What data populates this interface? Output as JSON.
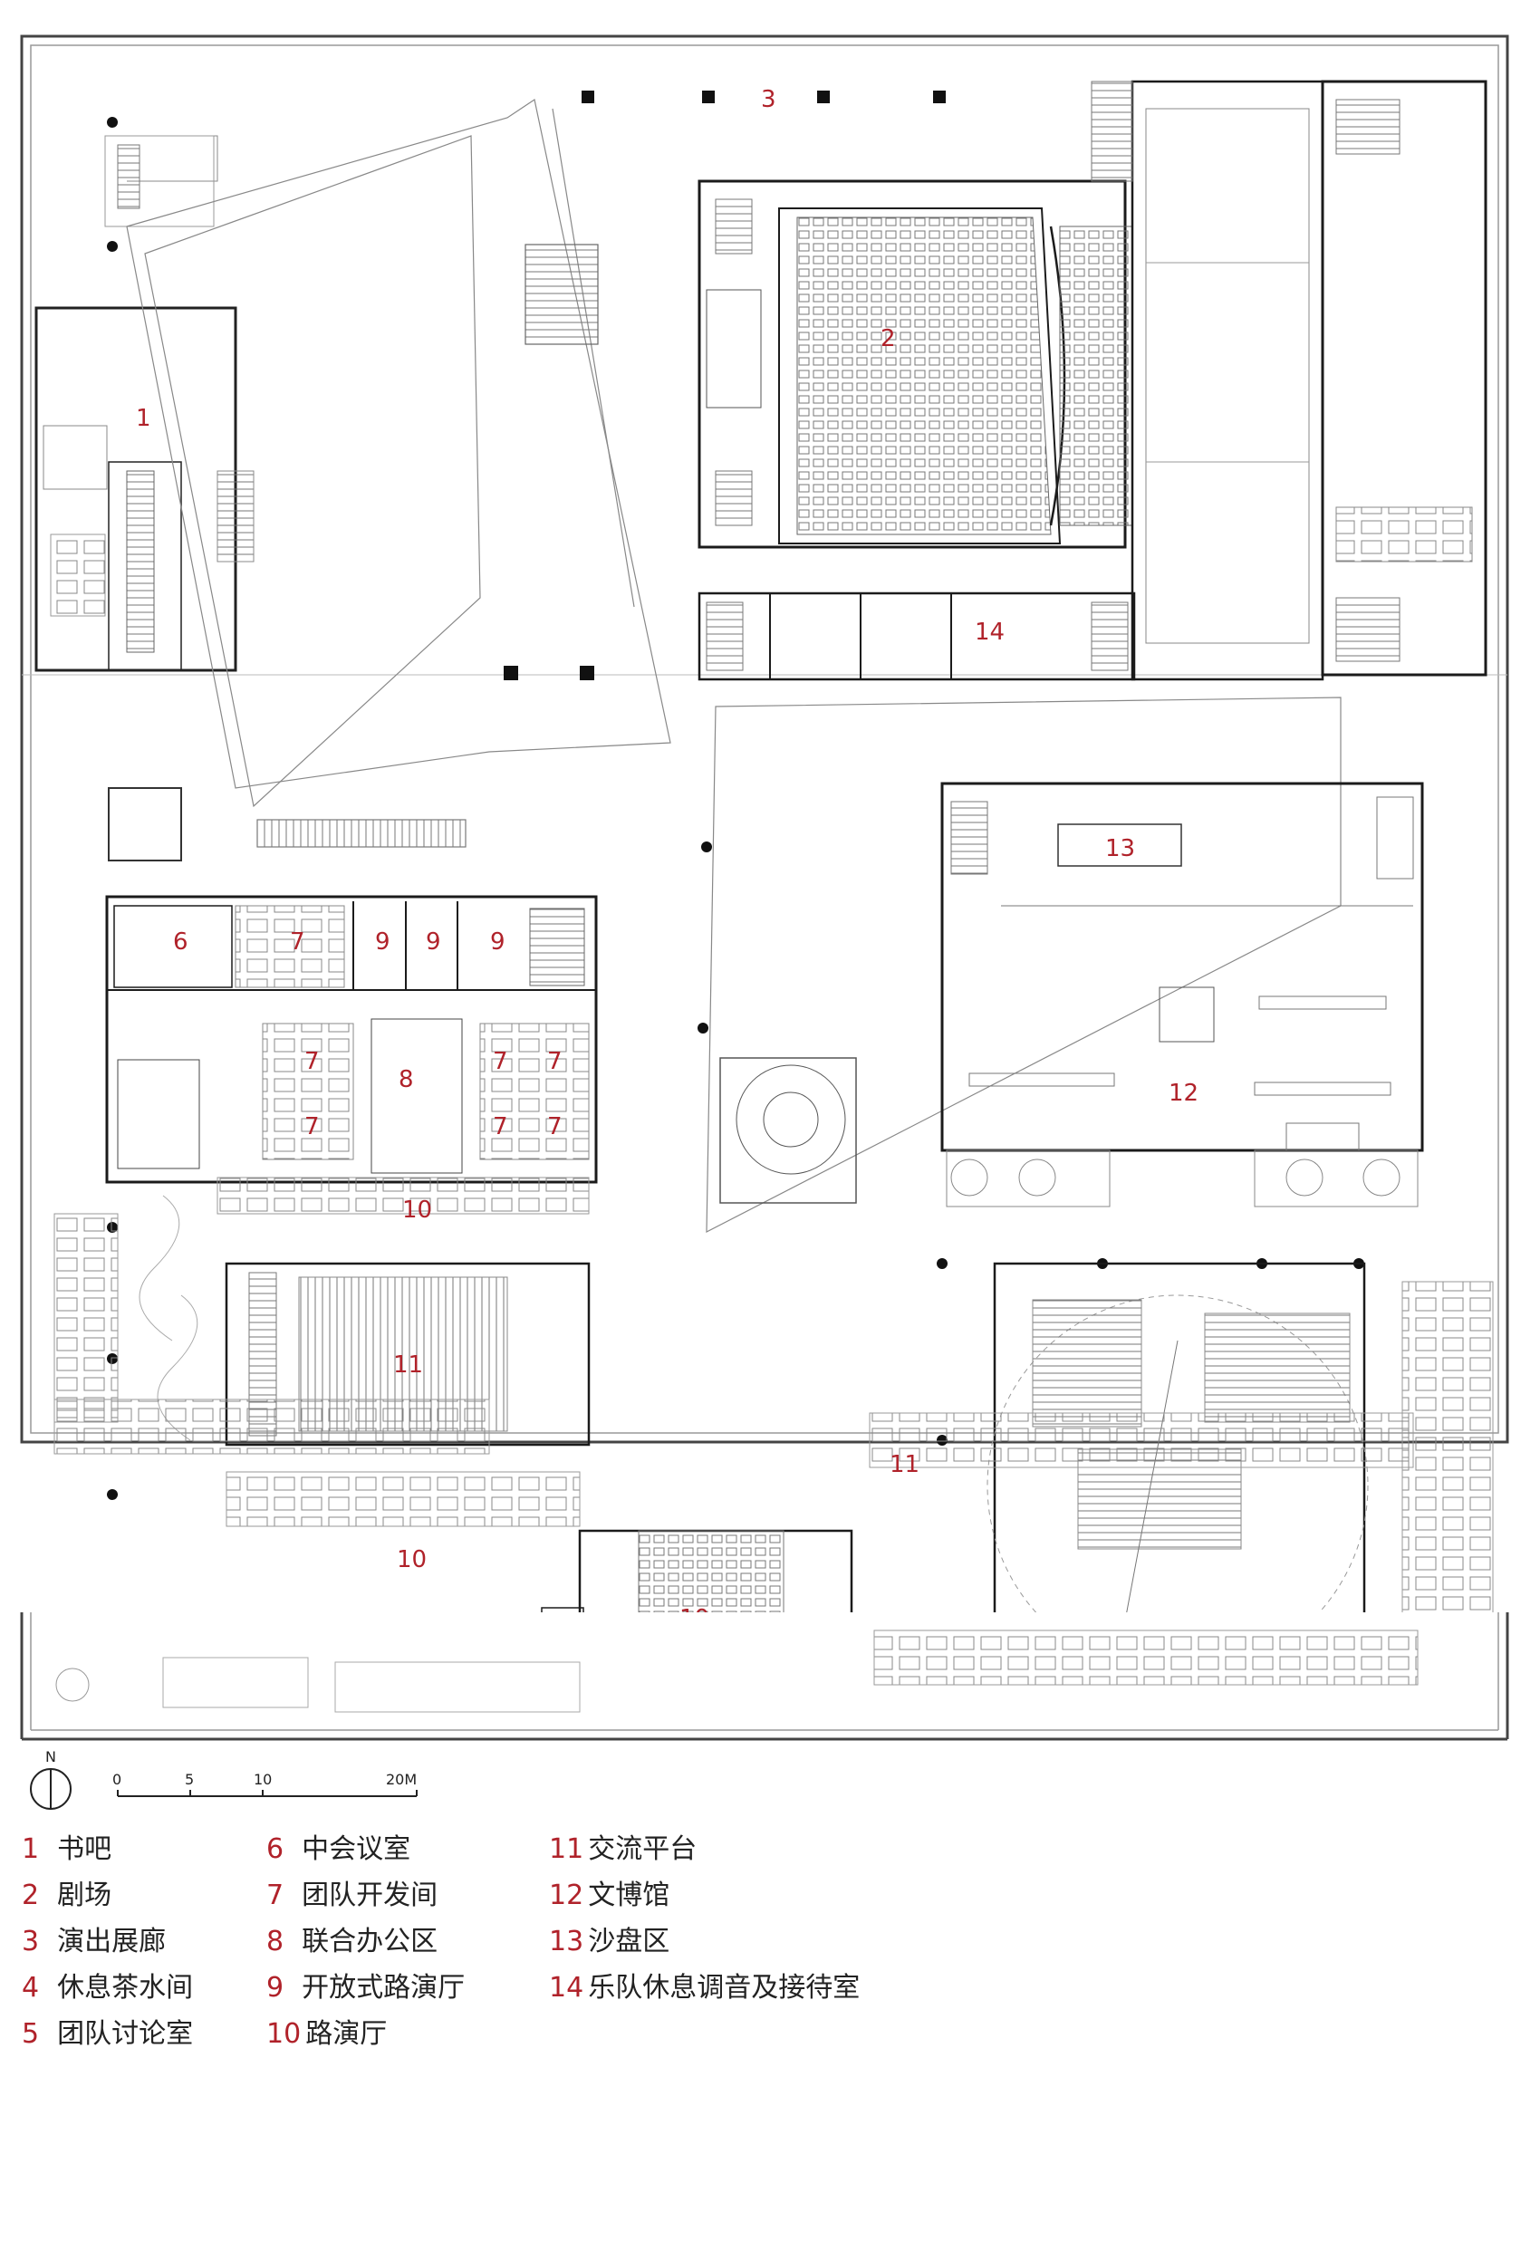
{
  "plan": {
    "colors": {
      "wall": "#1b1b1b",
      "line": "#8f8f8f",
      "label": "#b0222a"
    },
    "room_labels": [
      "1",
      "2",
      "3",
      "6",
      "7",
      "8",
      "9",
      "10",
      "11",
      "12",
      "13",
      "14"
    ]
  },
  "north": {
    "letter": "N"
  },
  "scale_bar": {
    "ticks": [
      "0",
      "5",
      "10",
      "20M"
    ]
  },
  "legend": [
    {
      "num": "1",
      "text": "书吧"
    },
    {
      "num": "2",
      "text": "剧场"
    },
    {
      "num": "3",
      "text": "演出展廊"
    },
    {
      "num": "4",
      "text": "休息茶水间"
    },
    {
      "num": "5",
      "text": "团队讨论室"
    },
    {
      "num": "6",
      "text": "中会议室"
    },
    {
      "num": "7",
      "text": "团队开发间"
    },
    {
      "num": "8",
      "text": "联合办公区"
    },
    {
      "num": "9",
      "text": "开放式路演厅"
    },
    {
      "num": "10",
      "text": "路演厅"
    },
    {
      "num": "11",
      "text": "交流平台"
    },
    {
      "num": "12",
      "text": "文博馆"
    },
    {
      "num": "13",
      "text": "沙盘区"
    },
    {
      "num": "14",
      "text": "乐队休息调音及接待室"
    }
  ]
}
